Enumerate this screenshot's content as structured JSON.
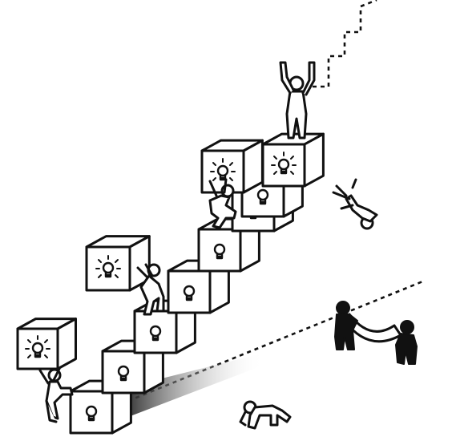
{
  "illustration": {
    "step_boxes": [
      {
        "row": 0,
        "bulb_lit": false
      },
      {
        "row": 1,
        "bulb_lit": false
      },
      {
        "row": 2,
        "bulb_lit": false
      },
      {
        "row": 3,
        "bulb_lit": false
      },
      {
        "row": 4,
        "bulb_lit": false
      },
      {
        "row": 5,
        "bulb_lit": false
      },
      {
        "row": 6,
        "bulb_lit": false
      },
      {
        "row": 7,
        "bulb_lit": true
      }
    ],
    "carried_boxes": [
      {
        "carrier": "bottom-climber",
        "bulb_lit": true
      },
      {
        "carrier": "middle-climber",
        "bulb_lit": true
      },
      {
        "carrier": "upper-climber",
        "bulb_lit": true
      }
    ],
    "figures": [
      "figure-carrying-bottom",
      "figure-carrying-middle",
      "figure-carrying-upper",
      "figure-celebrating-top",
      "figure-falling",
      "figure-holding-net-left",
      "figure-holding-net-right",
      "figure-crawling"
    ],
    "colors": {
      "ink": "#111111",
      "paper": "#ffffff",
      "shadow_gradient_start": "#222222",
      "shadow_gradient_end": "#ffffff"
    }
  }
}
